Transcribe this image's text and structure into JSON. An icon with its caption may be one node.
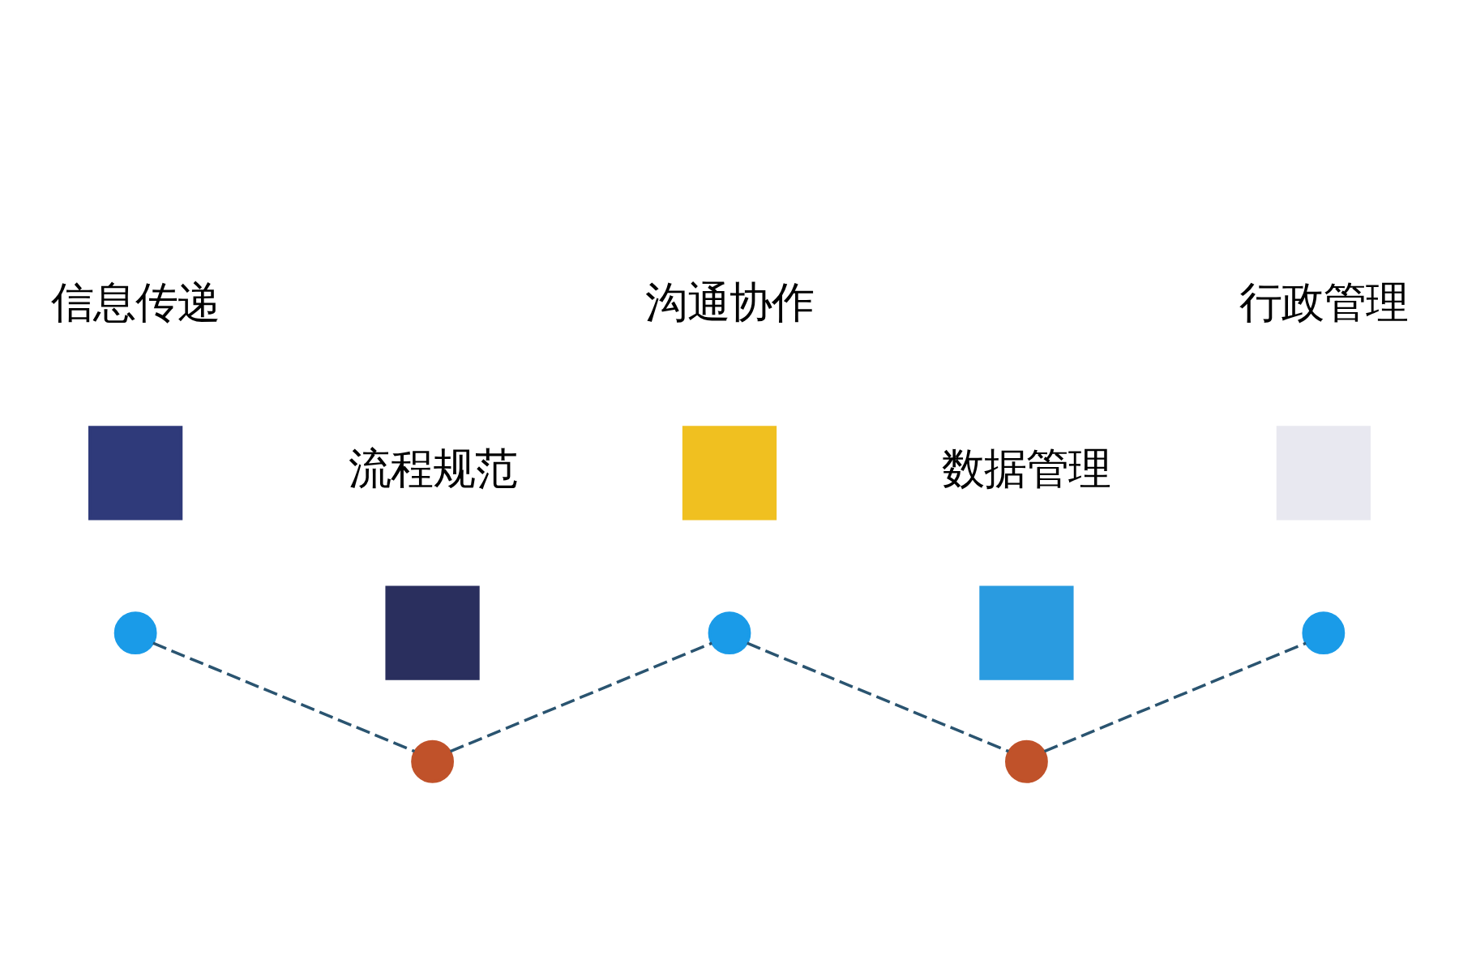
{
  "diagram": {
    "nodes": [
      {
        "text": [],
        "shape": "box"
      },
      {
        "text": [],
        "shape": "circle"
      },
      {
        "text": [],
        "shape": "box"
      },
      {
        "text": [],
        "shape": "circle"
      },
      {
        "text": [],
        "shape": "box"
      },
      {
        "text": [],
        "shape": "circle"
      },
      {
        "text": [],
        "shape": "box"
      },
      {
        "text": [],
        "shape": "circle"
      },
      {
        "text": [],
        "shape": "box"
      },
      {
        "text": [],
        "shape": "circle"
      }
    ],
    "edges": [
      {
        "from": 1,
        "to": 3,
        "arrow": "none",
        "style": "dashed"
      },
      {
        "from": 3,
        "to": 5,
        "arrow": "none",
        "style": "dashed"
      },
      {
        "from": 5,
        "to": 7,
        "arrow": "none",
        "style": "dashed"
      },
      {
        "from": 7,
        "to": 9,
        "arrow": "none",
        "style": "dashed"
      }
    ],
    "labels": [
      "信息传递",
      "流程规范",
      "沟通协作",
      "数据管理",
      "行政管理"
    ]
  }
}
